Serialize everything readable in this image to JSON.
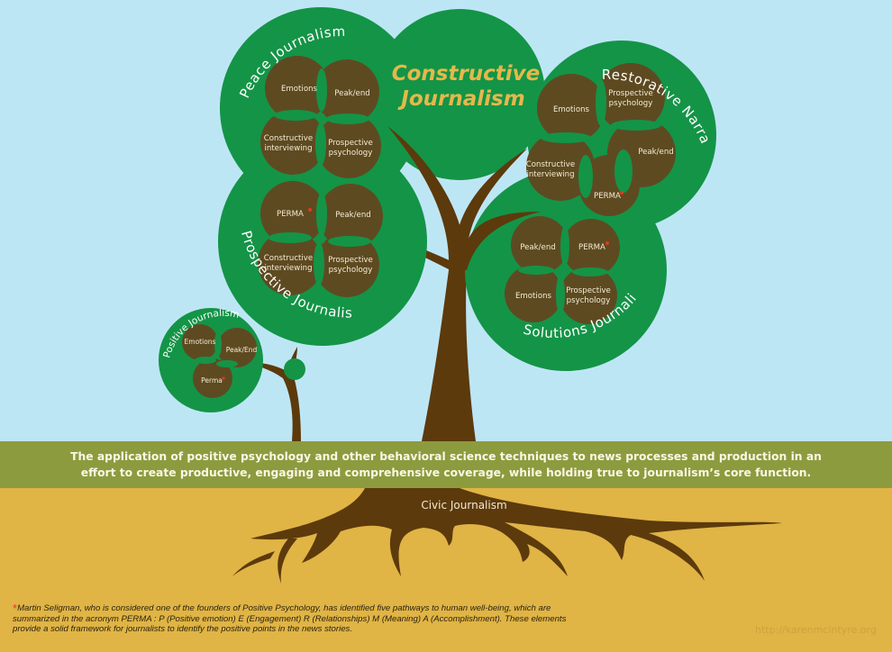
{
  "title": {
    "line1": "Constructive",
    "line2": "Journalism"
  },
  "colors": {
    "sky": "#bde6f5",
    "canopy": "#149447",
    "trunk": "#5c3a0c",
    "circle": "#5e4a21",
    "band": "#8d9b3f",
    "soil": "#e0b445",
    "title": "#e5b84b",
    "asterisk": "#e03a1e"
  },
  "clusters": [
    {
      "id": "peace",
      "label": "Peace Journalism",
      "items": [
        "Emotions",
        "Peak/end",
        "Constructive interviewing",
        "Prospective psychology"
      ]
    },
    {
      "id": "restorative",
      "label": "Restorative Narrative",
      "items": [
        "Emotions",
        "Prospective psychology",
        "Peak/end",
        "Constructive interviewing",
        "PERMA"
      ]
    },
    {
      "id": "prospective",
      "label": "Prospective Journalism",
      "items": [
        "PERMA",
        "Peak/end",
        "Constructive interviewing",
        "Prospective psychology"
      ]
    },
    {
      "id": "solutions",
      "label": "Solutions Journalism",
      "items": [
        "Peak/end",
        "PERMA",
        "Emotions",
        "Prospective psychology"
      ]
    },
    {
      "id": "positive",
      "label": "Positive Journalism",
      "items": [
        "Emotions",
        "Peak/End",
        "Perma"
      ]
    }
  ],
  "band": {
    "line1": "The application of positive psychology and other behavioral science techniques to news processes and production in an",
    "line2": "effort to create productive, engaging and comprehensive coverage, while holding true to journalism’s core function."
  },
  "roots": {
    "label": "Civic Journalism"
  },
  "footnote": {
    "star": "*",
    "line1": "Martin Seligman, who is considered one of the founders of Positive Psychology, has identified five pathways to human well-being, which are",
    "line2": "summarized in the acronym PERMA : P (Positive emotion) E (Engagement) R (Relationships) M (Meaning) A (Accomplishment). These elements",
    "line3": "provide a solid framework for journalists to identify the positive points in the news stories."
  },
  "credit": "http://karenmcintyre.org"
}
